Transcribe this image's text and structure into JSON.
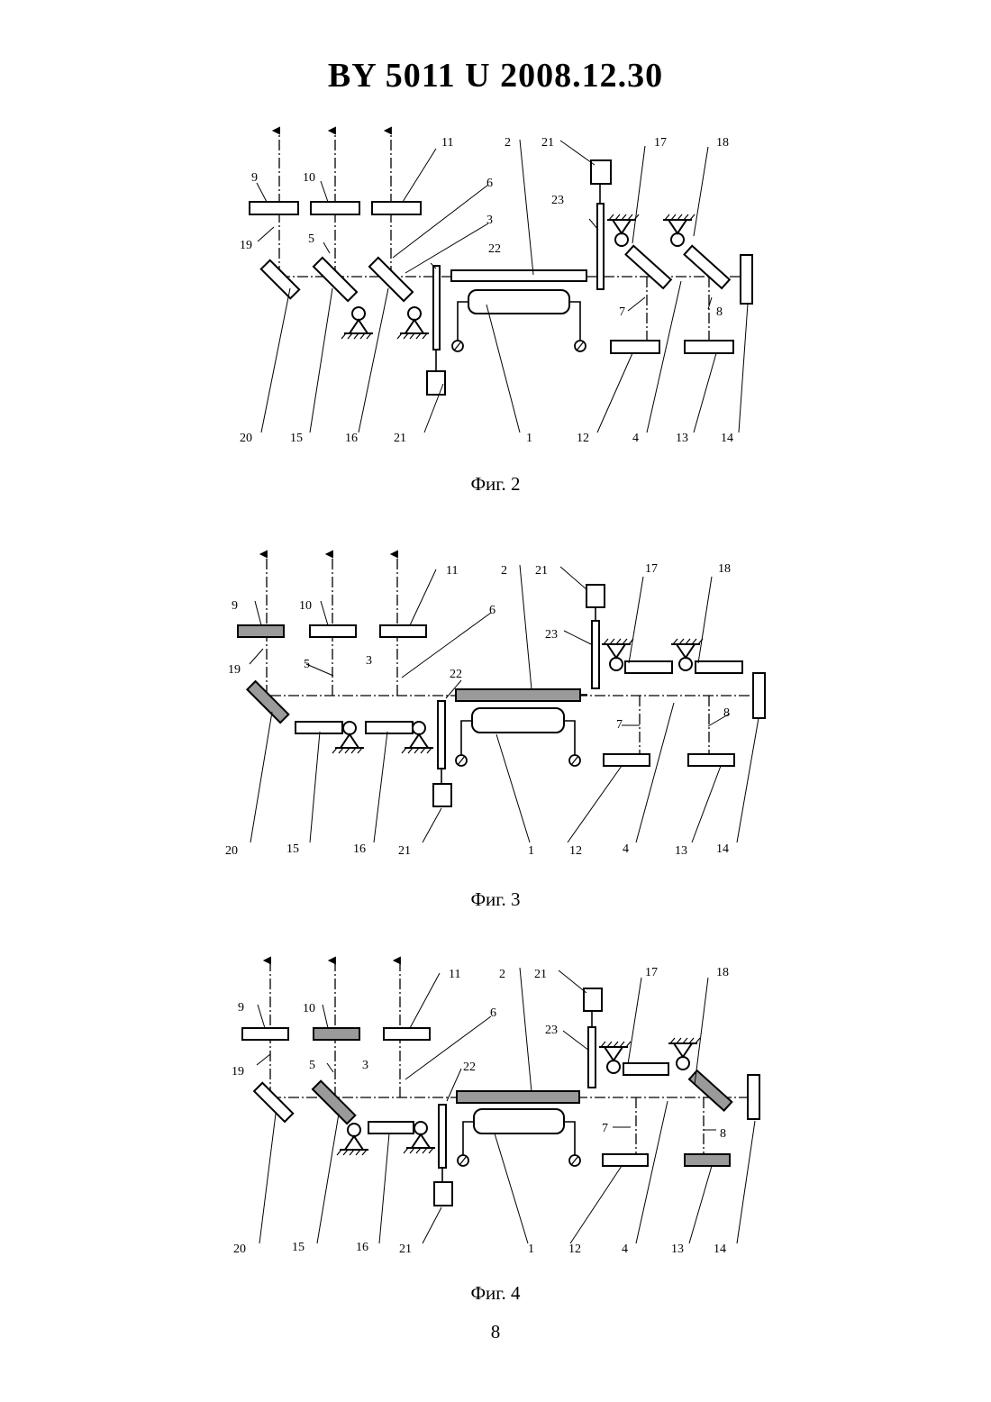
{
  "header": "BY  5011  U  2008.12.30",
  "figures": [
    {
      "caption": "Фиг. 2",
      "labels": [
        "9",
        "10",
        "11",
        "2",
        "21",
        "17",
        "18",
        "6",
        "3",
        "23",
        "22",
        "19",
        "5",
        "7",
        "8",
        "20",
        "15",
        "16",
        "21",
        "1",
        "12",
        "4",
        "13",
        "14"
      ]
    },
    {
      "caption": "Фиг. 3",
      "labels": [
        "11",
        "2",
        "21",
        "17",
        "18",
        "9",
        "10",
        "6",
        "23",
        "22",
        "19",
        "5",
        "3",
        "7",
        "8",
        "20",
        "15",
        "16",
        "21",
        "1",
        "12",
        "4",
        "13",
        "14"
      ]
    },
    {
      "caption": "Фиг. 4",
      "labels": [
        "11",
        "2",
        "21",
        "17",
        "18",
        "9",
        "10",
        "6",
        "23",
        "22",
        "19",
        "5",
        "3",
        "7",
        "8",
        "20",
        "15",
        "16",
        "21",
        "1",
        "12",
        "4",
        "13",
        "14"
      ]
    }
  ],
  "page_number": "8"
}
